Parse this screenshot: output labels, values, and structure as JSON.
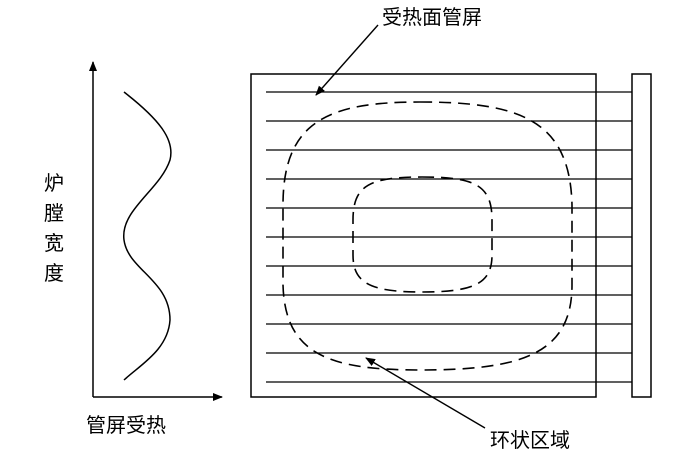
{
  "labels": {
    "tube_screen": "受热面管屏",
    "ring_zone": "环状区域",
    "y_axis": [
      "炉",
      "膛",
      "宽",
      "度"
    ],
    "x_axis": "管屏受热"
  }
}
